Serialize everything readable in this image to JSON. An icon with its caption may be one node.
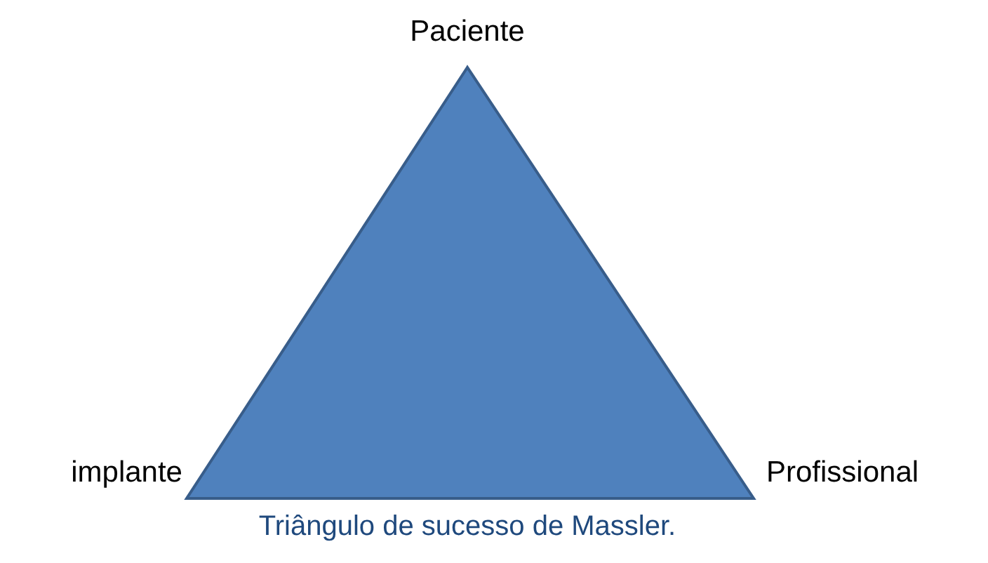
{
  "diagram": {
    "caption": "Triângulo de sucesso de Massler.",
    "labels": [
      "Paciente",
      "implante",
      "Profissional"
    ]
  }
}
